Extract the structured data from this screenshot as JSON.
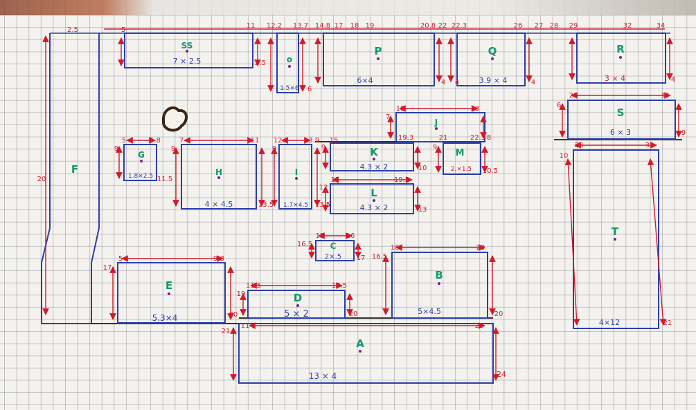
{
  "diagram": {
    "colors": {
      "outline": "#2b3fa8",
      "dimension": "#d11a2a",
      "label": "#12996b",
      "dot": "#7a1f8c",
      "paper": "#f4f2ee"
    },
    "blocks": [
      {
        "id": "F",
        "name": "F",
        "size": ""
      },
      {
        "id": "SS",
        "name": "SS",
        "size": "7 × 2.5"
      },
      {
        "id": "O",
        "name": "o",
        "size": "1.5×6"
      },
      {
        "id": "P",
        "name": "P",
        "size": "6×4"
      },
      {
        "id": "Q",
        "name": "Q",
        "size": "3.9 × 4"
      },
      {
        "id": "R",
        "name": "R",
        "size": "3 × 4"
      },
      {
        "id": "S",
        "name": "S",
        "size": "6 × 3"
      },
      {
        "id": "G",
        "name": "G",
        "size": "1.8×2.5"
      },
      {
        "id": "H",
        "name": "H",
        "size": "4 × 4.5"
      },
      {
        "id": "I",
        "name": "I",
        "size": "1.7×4.5"
      },
      {
        "id": "J",
        "name": "J",
        "size": ""
      },
      {
        "id": "K",
        "name": "K",
        "size": "4.3 × 2"
      },
      {
        "id": "L",
        "name": "L",
        "size": "4.3 × 2"
      },
      {
        "id": "M",
        "name": "M",
        "size": "2.×1.5"
      },
      {
        "id": "T",
        "name": "T",
        "size": "4×12"
      },
      {
        "id": "C",
        "name": "C",
        "size": "2×.5"
      },
      {
        "id": "E",
        "name": "E",
        "size": "5.3×4"
      },
      {
        "id": "D",
        "name": "D",
        "size": "5 × 2"
      },
      {
        "id": "B",
        "name": "B",
        "size": "5×4.5"
      },
      {
        "id": "A",
        "name": "A",
        "size": "13 × 4"
      }
    ],
    "numbers": {
      "top": [
        "2.5",
        "5",
        "11",
        "12.2",
        "13.7",
        "14.8",
        "17",
        "18",
        "19",
        "20.8",
        "22",
        "22.3",
        "26",
        "27",
        "28",
        "29",
        "32",
        "34"
      ],
      "r_2_5": "2.5",
      "r_6": "6",
      "r_4a": "4",
      "r_4b": "4",
      "r_4c": "4",
      "r_4d": "4",
      "s_28": "28",
      "s_34": "34",
      "s_6": "6",
      "s_9r": "9",
      "j_18": "18",
      "j_23": "23",
      "j_7": "7",
      "j_19_3": "19.3",
      "j_21": "21",
      "j_22_3": "22.3",
      "j_8": "8",
      "g_5": "5",
      "g_5_8": "5.8",
      "g_9": "9",
      "g_11_5": "11.5",
      "h_7": "7",
      "h_11": "11",
      "h_9": "9",
      "h_13_5": "13.5",
      "i_12_2": "12.2",
      "i_13_9": "13.9",
      "i_9": "9",
      "i_13_5": "13.5",
      "k_15": "15",
      "k_9": "9",
      "k_10": "10",
      "l_15": "15",
      "l_19_5": "19.5",
      "l_12": "12",
      "l_13": "13",
      "m_9": "9",
      "m_10_5": "10.5",
      "t_28": "28",
      "t_32": "32",
      "t_10": "10",
      "t_21": "21",
      "f_20": "20",
      "c_15": "15",
      "c_16": "16",
      "c_16_5": "16.5",
      "c_17": "17",
      "b_18": "18",
      "b_23": "23",
      "b_16_5": "16.5",
      "b_20": "20",
      "e_5": "5",
      "e_9_3": "9.3",
      "e_17": "17",
      "e_20": "20",
      "d_11_5": "11.5",
      "d_15_5": "15.5",
      "d_19": "19",
      "d_20": "20",
      "a_11": "11",
      "a_23": "23",
      "a_21": "21",
      "a_24": "24"
    }
  }
}
